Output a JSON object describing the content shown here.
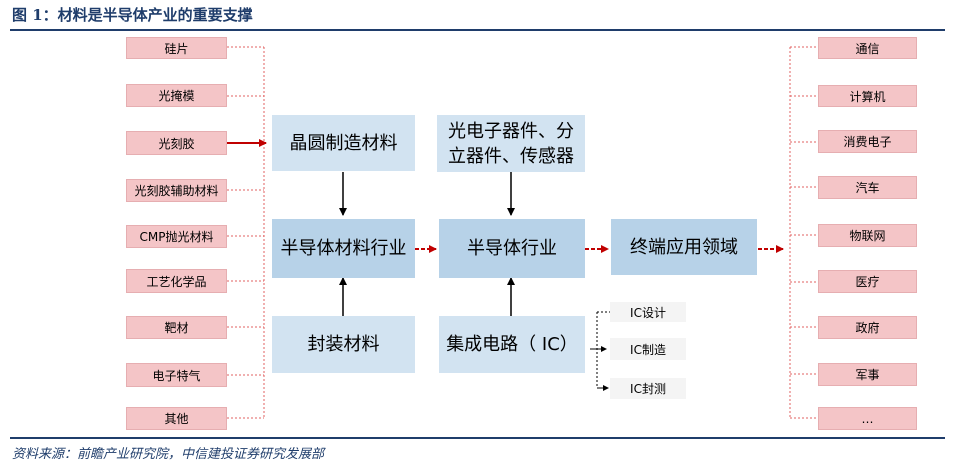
{
  "title": "图 1：材料是半导体产业的重要支撑",
  "source": "资料来源：前瞻产业研究院，中信建投证券研究发展部",
  "materials": [
    "硅片",
    "光掩模",
    "光刻胶",
    "光刻胶辅助材料",
    "CMP抛光材料",
    "工艺化学品",
    "靶材",
    "电子特气",
    "其他"
  ],
  "applications": [
    "通信",
    "计算机",
    "消费电子",
    "汽车",
    "物联网",
    "医疗",
    "政府",
    "军事",
    "…"
  ],
  "center": {
    "wafer_mfg": "晶圆制造材料",
    "semi_materials": "半导体材料行业",
    "packaging": "封装材料",
    "optoelectronics": "光电子器件、分立器件、传感器",
    "semi_industry": "半导体行业",
    "ic": "集成电路（ IC）",
    "end_apps": "终端应用领域"
  },
  "ic_sub": [
    "IC设计",
    "IC制造",
    "IC封测"
  ],
  "colors": {
    "pink_box": "#f4c5c7",
    "blue_box": "#b7d2e8",
    "arrow_red": "#c00000",
    "dotted_red": "#e06060",
    "heading": "#1f3d6b"
  }
}
